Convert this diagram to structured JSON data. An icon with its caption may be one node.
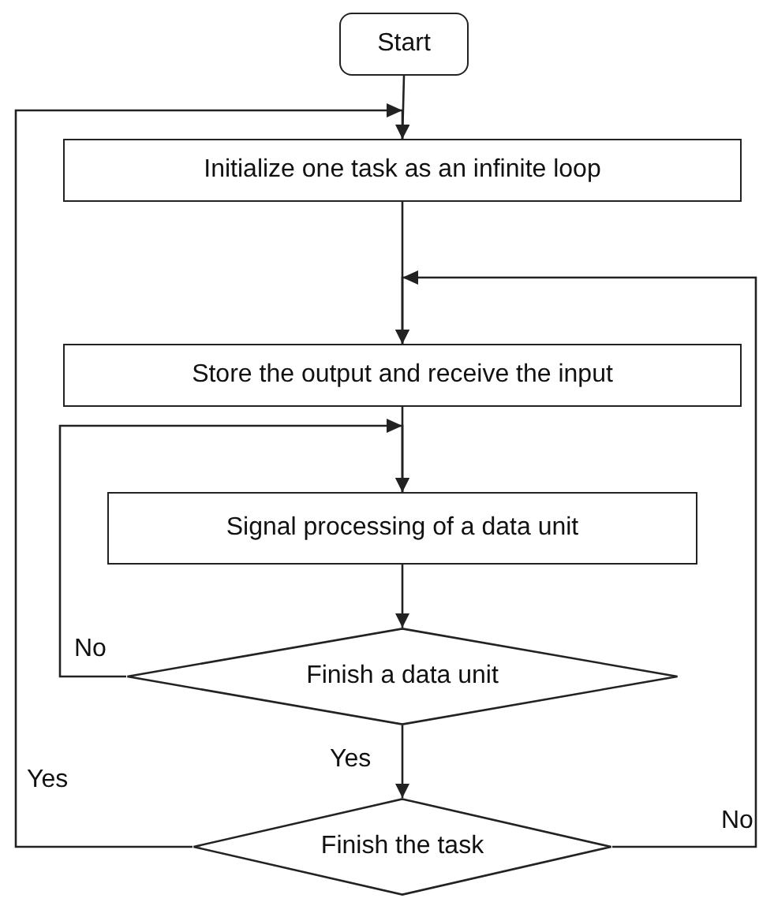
{
  "diagram": {
    "nodes": [
      {
        "text": [
          "Start"
        ]
      },
      {
        "text": [
          "Initialize one task as an infinite loop"
        ]
      },
      {
        "text": [
          "Store the output and receive the input"
        ]
      },
      {
        "text": [
          "Signal processing of a data unit"
        ]
      },
      {
        "text": [
          "Finish a data unit"
        ]
      },
      {
        "text": [
          "Finish the task"
        ]
      }
    ],
    "edges": [
      {
        "from": 0,
        "to": 1,
        "arrow": "to"
      },
      {
        "from": 1,
        "to": 2,
        "arrow": "to"
      },
      {
        "from": 2,
        "to": 3,
        "arrow": "to"
      },
      {
        "from": 3,
        "to": 4,
        "arrow": "to"
      },
      {
        "from": 4,
        "to": 3,
        "arrow": "to",
        "label": "No"
      },
      {
        "from": 4,
        "to": 5,
        "arrow": "to",
        "label": "Yes"
      },
      {
        "from": 5,
        "to": 1,
        "arrow": "to",
        "label": "Yes"
      },
      {
        "from": 5,
        "to": 2,
        "arrow": "to",
        "label": "No"
      }
    ]
  }
}
